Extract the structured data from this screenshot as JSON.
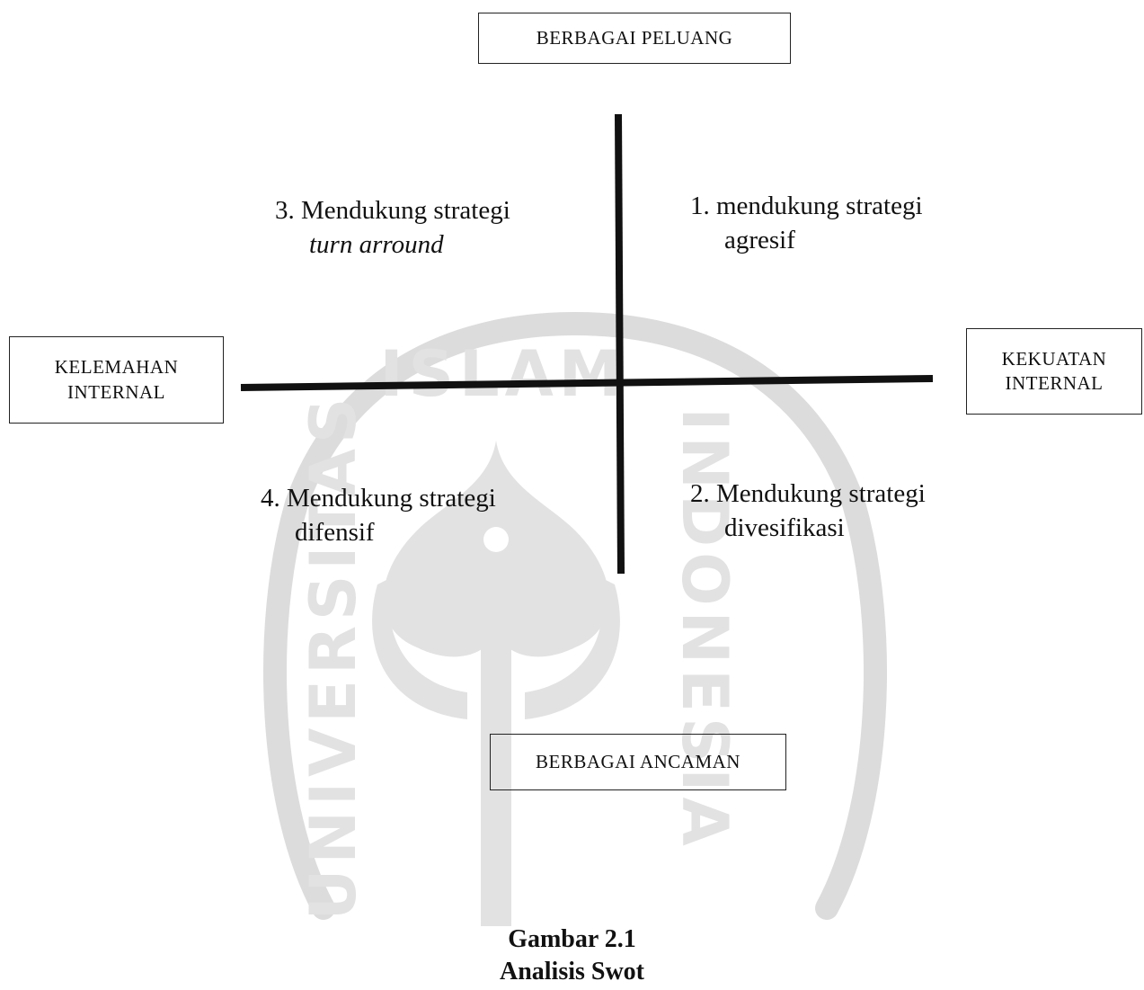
{
  "diagram": {
    "top_box": "BERBAGAI PELUANG",
    "left_box": [
      "KELEMAHAN",
      "INTERNAL"
    ],
    "right_box": [
      "KEKUATAN",
      "INTERNAL"
    ],
    "bottom_box": "BERBAGAI ANCAMAN",
    "quadrants": {
      "q1": {
        "line1": "1. mendukung strategi",
        "line2": "agresif"
      },
      "q2": {
        "line1": "2. Mendukung strategi",
        "line2": "divesifikasi"
      },
      "q3": {
        "line1": "3. Mendukung strategi",
        "line2": "turn arround"
      },
      "q4": {
        "line1": "4. Mendukung strategi",
        "line2": "difensif"
      }
    }
  },
  "caption": {
    "line1": "Gambar 2.1",
    "line2": "Analisis Swot"
  },
  "watermark": {
    "top_text": "ISLAM",
    "left_text": "UNIVERSITAS",
    "right_text": "INDONESIA",
    "color": "#d9d9d9"
  }
}
